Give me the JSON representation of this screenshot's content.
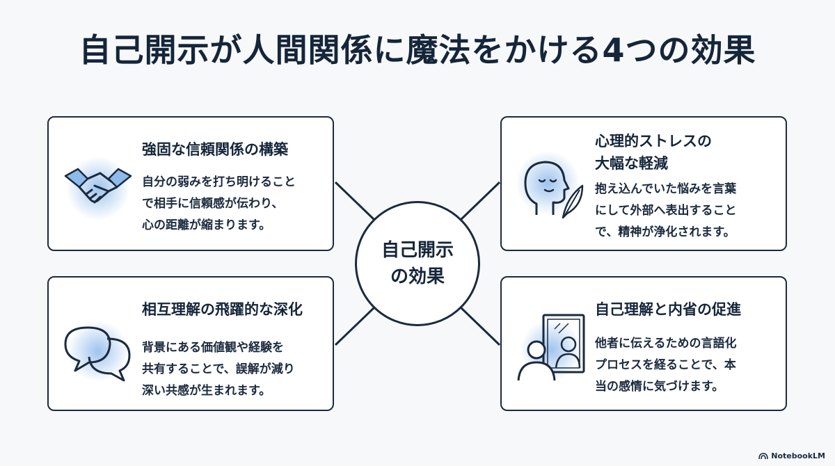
{
  "title": "自己開示が人間関係に魔法をかける4つの効果",
  "center": {
    "label": "自己開示\nの効果"
  },
  "cards": {
    "trust": {
      "title": "強固な信頼関係の構築",
      "body": [
        "自分の弱みを打ち明けること",
        "で相手に信頼感が伝わり、",
        "心の距離が縮まります。"
      ],
      "icon": "handshake-icon"
    },
    "stress": {
      "title": [
        "心理的ストレスの",
        "大幅な軽減"
      ],
      "body": [
        "抱え込んでいた悩みを言葉",
        "にして外部へ表出すること",
        "で、精神が浄化されます。"
      ],
      "icon": "calm-face-with-feather-icon"
    },
    "understanding": {
      "title": "相互理解の飛躍的な深化",
      "body": [
        "背景にある価値観や経験を",
        "共有することで、誤解が減り",
        "深い共感が生まれます。"
      ],
      "icon": "speech-bubbles-icon"
    },
    "insight": {
      "title": "自己理解と内省の促進",
      "body": [
        "他者に伝えるための言語化",
        "プロセスを経ることで、本",
        "当の感情に気づけます。"
      ],
      "icon": "mirror-reflection-icon"
    }
  },
  "brand": "NotebookLM",
  "colors": {
    "ink": "#1b2a3e",
    "accent_glow": "#7fb0e8",
    "background": "#f7f8fa"
  }
}
